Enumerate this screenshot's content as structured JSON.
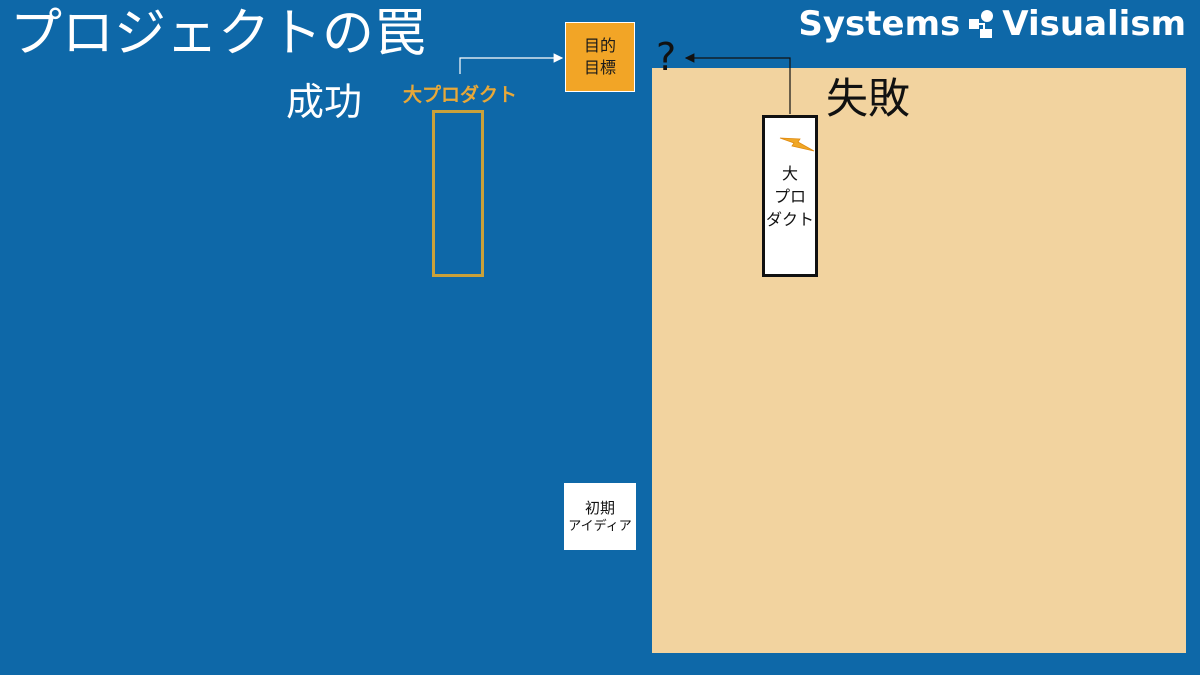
{
  "title": "プロジェクトの罠",
  "brand": {
    "left": "Systems",
    "right": "Visualism",
    "logo_icon": "flow-diagram-icon"
  },
  "success_label": "成功",
  "failure_label": "失敗",
  "big_product_label": "大プロダクト",
  "goal": {
    "line1": "目的",
    "line2": "目標"
  },
  "question_mark": "?",
  "failed_product": {
    "line1": "大",
    "line2": "プロ",
    "line3": "ダクト",
    "icon": "lightning-icon"
  },
  "initial_idea": {
    "line1": "初期",
    "line2": "アイディア"
  },
  "colors": {
    "background": "#0E68A8",
    "failure_area": "#F2D39F",
    "goal_box": "#F2A526",
    "accent_gold": "#E8A838",
    "outline_gold": "#C9A13A"
  }
}
